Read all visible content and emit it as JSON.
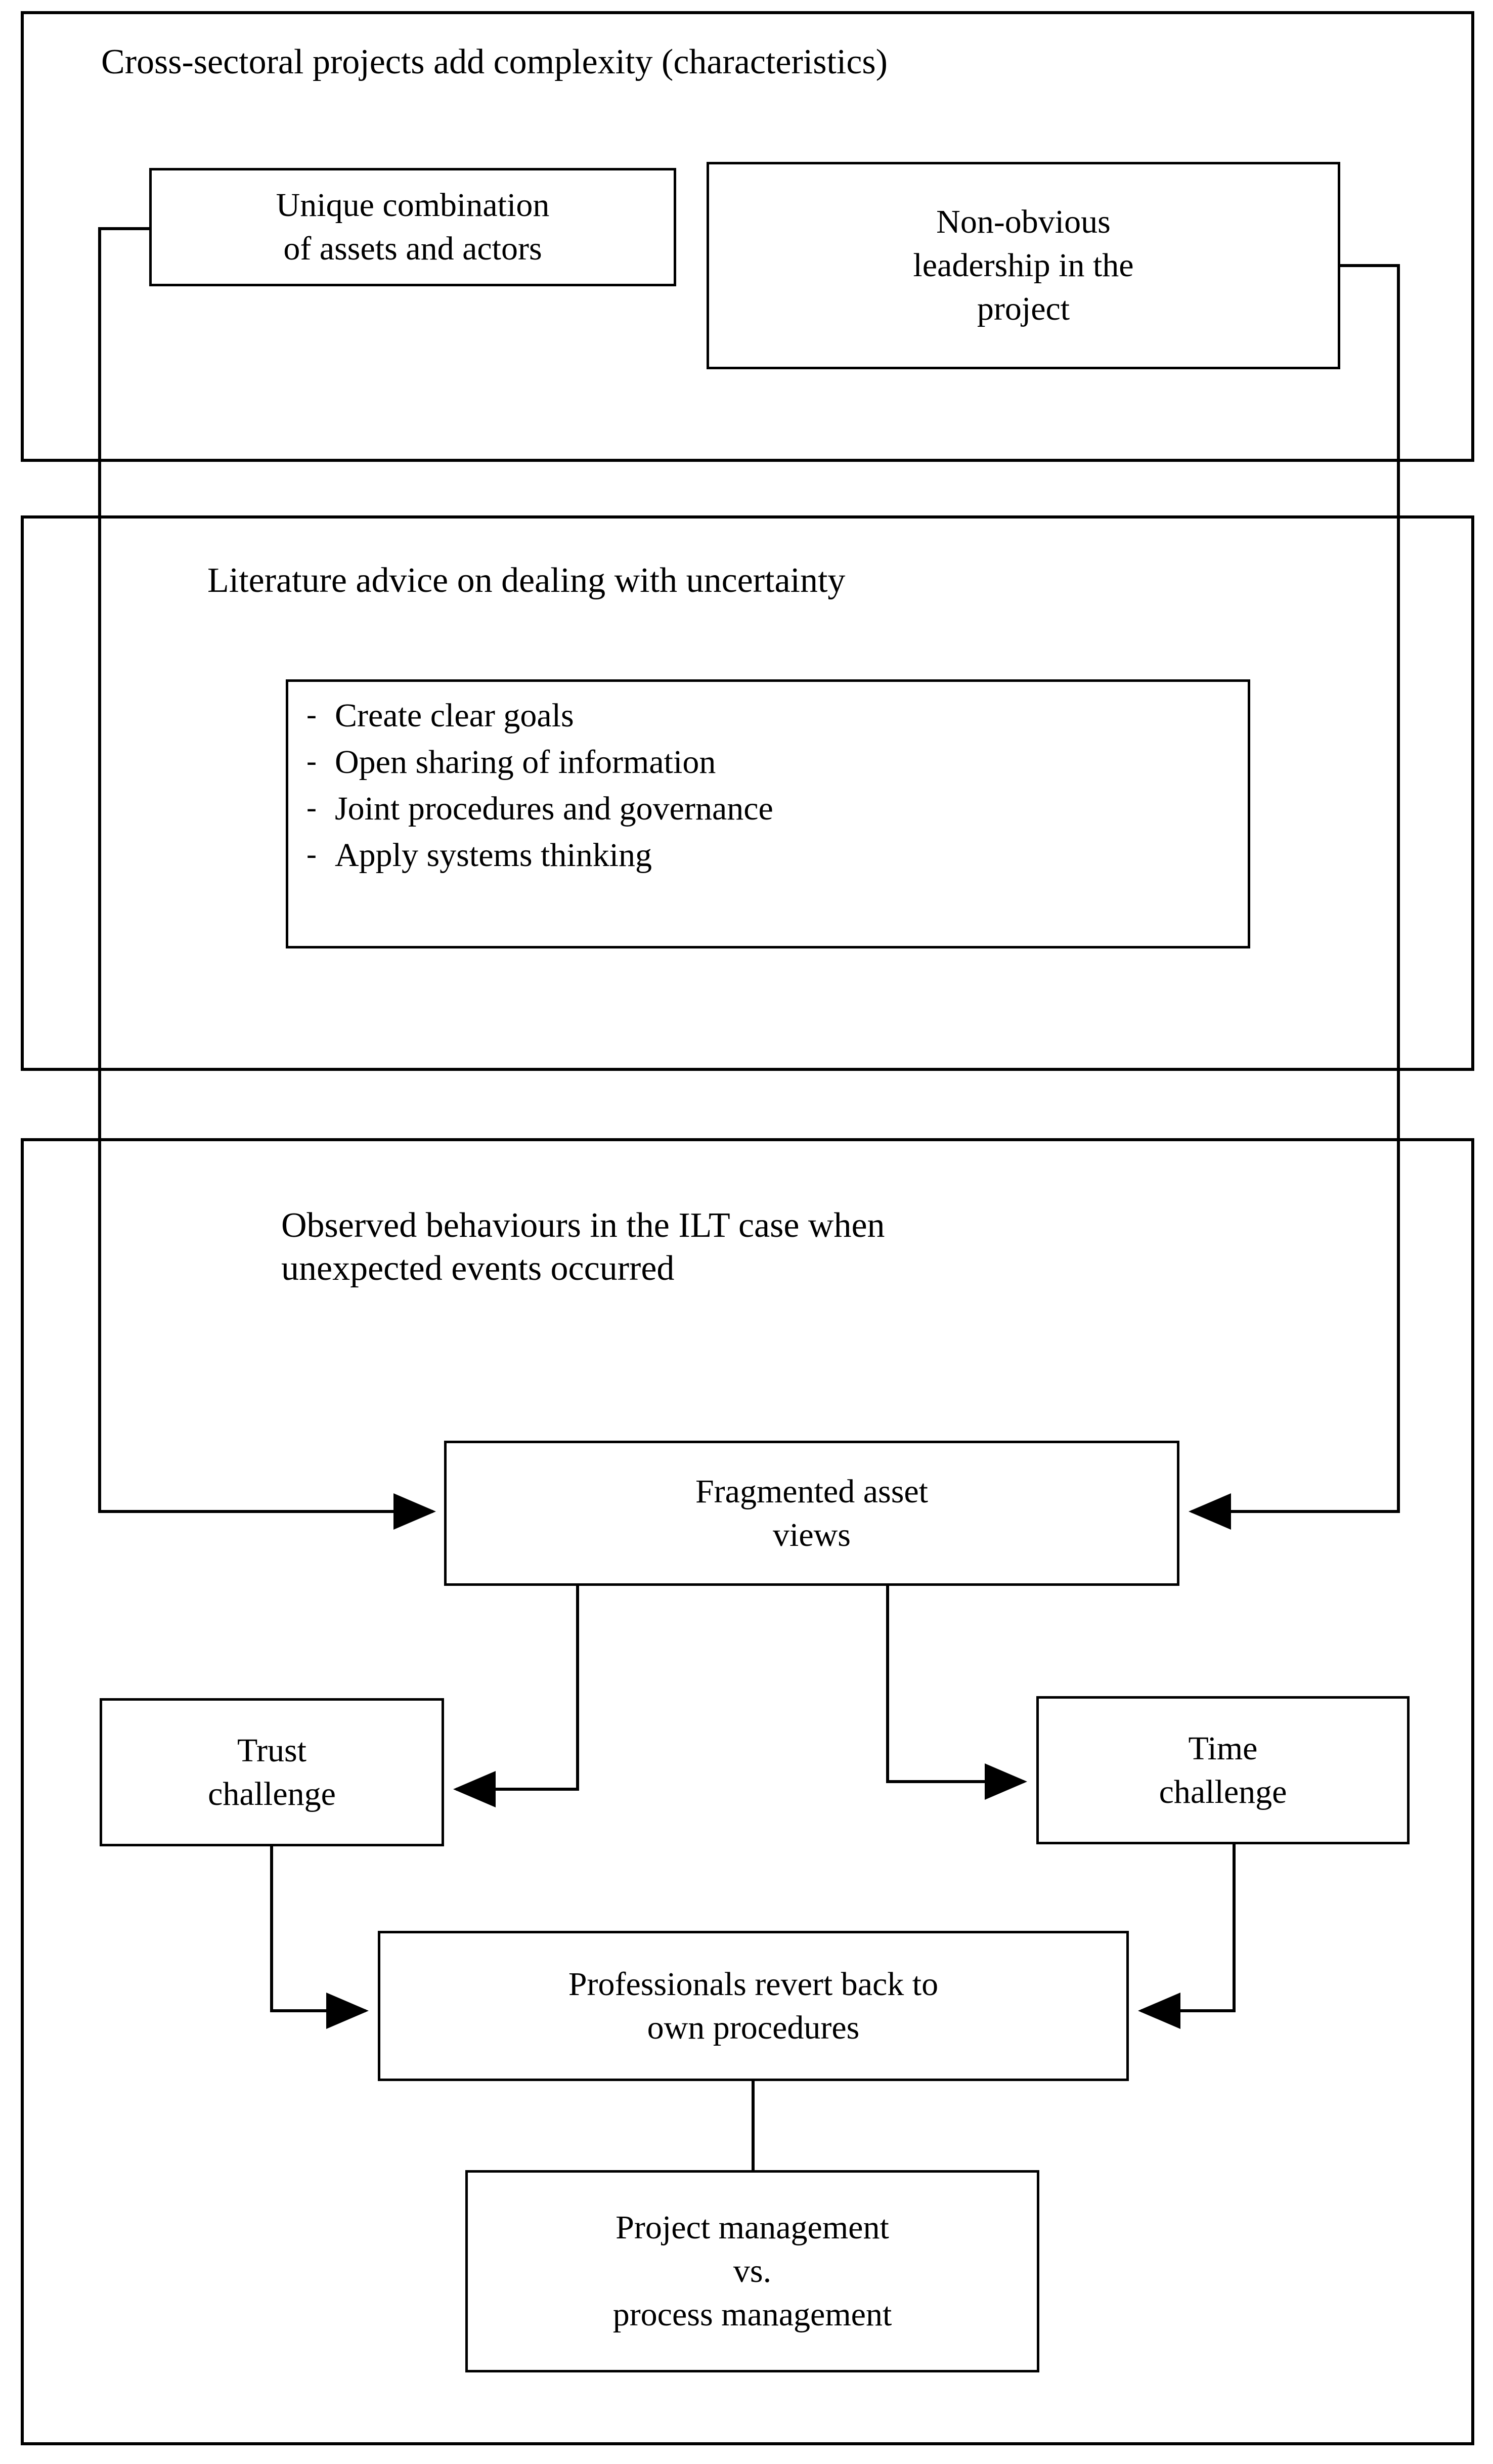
{
  "diagram": {
    "title": "Cross-sectoral projects add complexity (characteristics)",
    "background": "#ffffff",
    "line_color": "#000000"
  },
  "sections": [
    {
      "id": "characteristics",
      "heading": "Cross-sectoral projects add complexity (characteristics)",
      "nodes": [
        {
          "id": "unique-combination",
          "label": "Unique combination\nof assets and actors"
        },
        {
          "id": "non-obvious-leadership",
          "label": "Non-obvious\nleadership in the\nproject"
        }
      ]
    },
    {
      "id": "literature-advice",
      "heading": "Literature advice on dealing with uncertainty",
      "list": {
        "bullet": "-",
        "items": [
          "Create clear goals",
          "Open sharing of information",
          "Joint procedures and governance",
          "Apply systems thinking"
        ]
      }
    },
    {
      "id": "observed-behaviours",
      "heading": "Observed behaviours in the ILT case when\nunexpected events occurred",
      "nodes": [
        {
          "id": "fragmented-asset-views",
          "label": "Fragmented asset\nviews"
        },
        {
          "id": "trust-challenge",
          "label": "Trust\nchallenge"
        },
        {
          "id": "time-challenge",
          "label": "Time\nchallenge"
        },
        {
          "id": "professionals-revert",
          "label": "Professionals revert back to\nown procedures"
        },
        {
          "id": "project-vs-process",
          "label": "Project management\nvs.\nprocess management"
        }
      ]
    }
  ],
  "connections": [
    {
      "from": "unique-combination",
      "to": "fragmented-asset-views",
      "arrow": "right"
    },
    {
      "from": "non-obvious-leadership",
      "to": "fragmented-asset-views",
      "arrow": "left"
    },
    {
      "from": "fragmented-asset-views",
      "to": "trust-challenge",
      "arrow": "left"
    },
    {
      "from": "fragmented-asset-views",
      "to": "time-challenge",
      "arrow": "right"
    },
    {
      "from": "trust-challenge",
      "to": "professionals-revert",
      "arrow": "right"
    },
    {
      "from": "time-challenge",
      "to": "professionals-revert",
      "arrow": "left"
    },
    {
      "from": "professionals-revert",
      "to": "project-vs-process",
      "arrow": "none"
    }
  ]
}
